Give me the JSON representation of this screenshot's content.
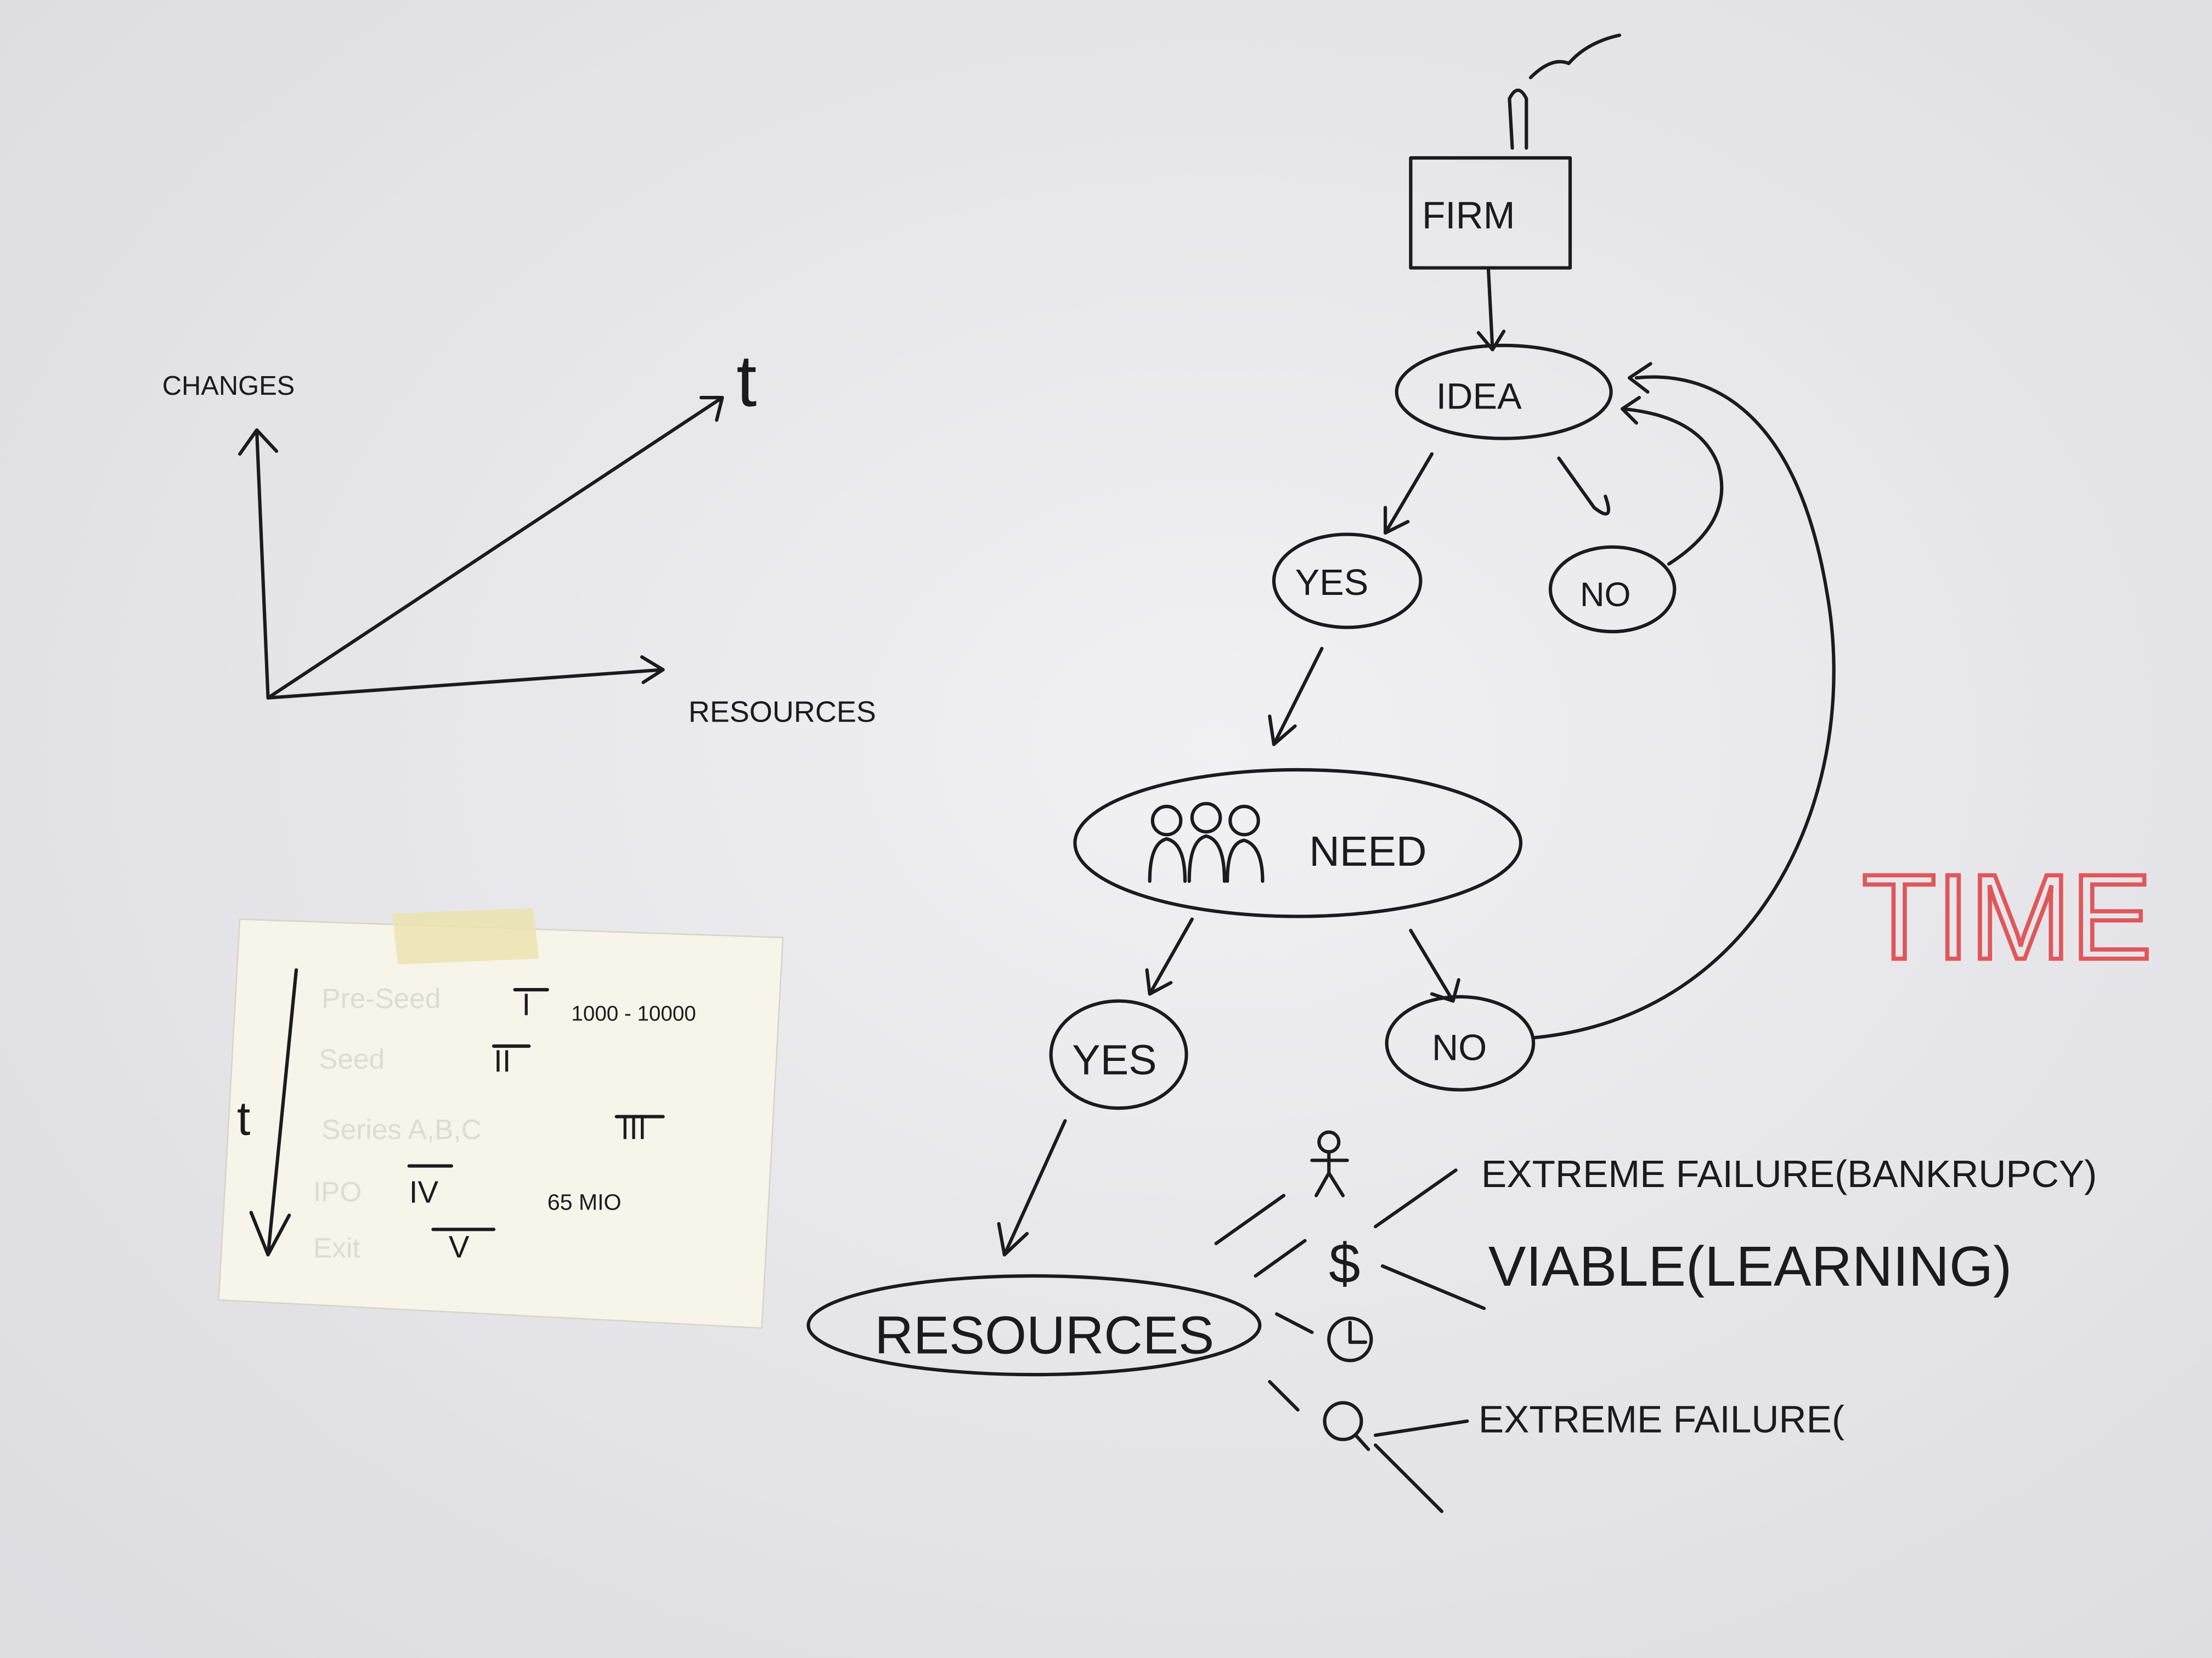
{
  "diagram": {
    "firm": "FIRM",
    "idea": "IDEA",
    "idea_yes": "YES",
    "idea_no": "NO",
    "need": "NEED",
    "need_yes": "YES",
    "need_no": "NO",
    "resources_node": "RESOURCES",
    "outcomes": [
      {
        "icon": "person-icon",
        "label": "EXTREME FAILURE(BANKRUPCY)"
      },
      {
        "icon": "dollar-icon",
        "label": "VIABLE(LEARNING)"
      },
      {
        "icon": "clock-icon",
        "label": ""
      },
      {
        "icon": "magnifier-icon",
        "label": "EXTREME FAILURE("
      }
    ],
    "time_label": "TIME",
    "time_color": "#e0575a"
  },
  "sketch_chart": {
    "y_label": "CHANGES",
    "x_label": "RESOURCES",
    "diagonal_label": "t"
  },
  "sticky_note": {
    "axis_label": "t",
    "faded_stages": [
      "Pre-Seed",
      "Seed",
      "Series A,B,C",
      "IPO",
      "Exit"
    ],
    "stages": [
      "I",
      "II",
      "III",
      "IV",
      "V"
    ],
    "range_note": "1000 - 10000",
    "ipo_note": "65 MIO"
  }
}
